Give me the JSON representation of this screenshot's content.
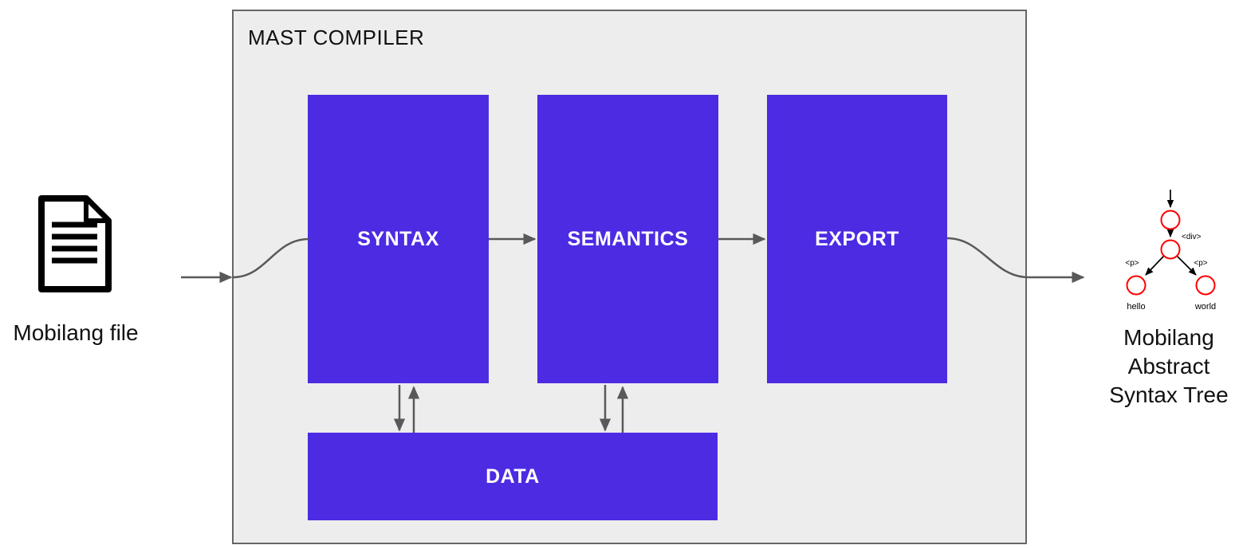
{
  "compiler": {
    "title": "MAST COMPILER",
    "stages": [
      {
        "id": "syntax",
        "label": "SYNTAX"
      },
      {
        "id": "semantics",
        "label": "SEMANTICS"
      },
      {
        "id": "export",
        "label": "EXPORT"
      },
      {
        "id": "data",
        "label": "DATA"
      }
    ]
  },
  "input": {
    "label": "Mobilang file",
    "icon": "document-icon"
  },
  "output": {
    "label_line1": "Mobilang",
    "label_line2": "Abstract",
    "label_line3": "Syntax Tree",
    "icon": "ast-tree-diagram"
  },
  "ast_tree": {
    "root_edge_label": "<div>",
    "left_edge_label": "<p>",
    "right_edge_label": "<p>",
    "left_leaf_label": "hello",
    "right_leaf_label": "world"
  },
  "colors": {
    "stage_box_fill": "#4D2BE3",
    "stage_box_text": "#FFFFFF",
    "compiler_fill": "#EDEDED",
    "compiler_border": "#666666",
    "arrow": "#595959",
    "tree_node_stroke": "#FF0000",
    "tree_arrow": "#000000",
    "page_background": "#FFFFFF"
  }
}
